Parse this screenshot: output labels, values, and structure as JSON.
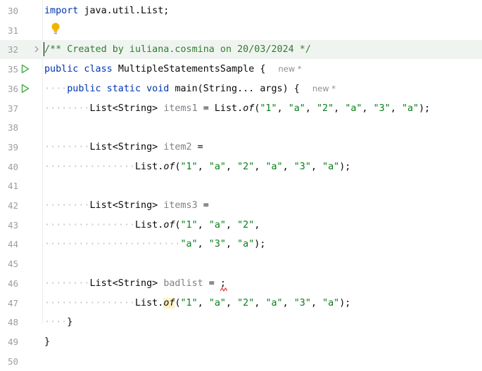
{
  "editor": {
    "lines": [
      {
        "no": "30",
        "segments": [
          {
            "t": "import ",
            "c": "kw"
          },
          {
            "t": "java.util.List;",
            "c": ""
          }
        ]
      },
      {
        "no": "31",
        "segments": []
      },
      {
        "no": "32",
        "segments": [
          {
            "t": "/** Created by iuliana.cosmina on 20/03/2024 */",
            "c": "cmt"
          }
        ]
      },
      {
        "no": "35",
        "segments": [
          {
            "t": "public class ",
            "c": "kw"
          },
          {
            "t": "MultipleStatementsSample { ",
            "c": ""
          }
        ],
        "hint": "new *"
      },
      {
        "no": "36",
        "segments": [
          {
            "t": "····",
            "c": "dots"
          },
          {
            "t": "public static void ",
            "c": "kw"
          },
          {
            "t": "main(String... args) { ",
            "c": ""
          }
        ],
        "hint": "new *"
      },
      {
        "no": "37",
        "segments": [
          {
            "t": "········",
            "c": "dots"
          },
          {
            "t": "List<String> ",
            "c": ""
          },
          {
            "t": "items1",
            "c": "dim"
          },
          {
            "t": " = List.",
            "c": ""
          },
          {
            "t": "of",
            "c": "ital"
          },
          {
            "t": "(",
            "c": ""
          },
          {
            "t": "\"1\"",
            "c": "str"
          },
          {
            "t": ", ",
            "c": ""
          },
          {
            "t": "\"a\"",
            "c": "str"
          },
          {
            "t": ", ",
            "c": ""
          },
          {
            "t": "\"2\"",
            "c": "str"
          },
          {
            "t": ", ",
            "c": ""
          },
          {
            "t": "\"a\"",
            "c": "str"
          },
          {
            "t": ", ",
            "c": ""
          },
          {
            "t": "\"3\"",
            "c": "str"
          },
          {
            "t": ", ",
            "c": ""
          },
          {
            "t": "\"a\"",
            "c": "str"
          },
          {
            "t": ");",
            "c": ""
          }
        ]
      },
      {
        "no": "38",
        "segments": []
      },
      {
        "no": "39",
        "segments": [
          {
            "t": "········",
            "c": "dots"
          },
          {
            "t": "List<String> ",
            "c": ""
          },
          {
            "t": "item2",
            "c": "dim"
          },
          {
            "t": " =",
            "c": ""
          }
        ]
      },
      {
        "no": "40",
        "segments": [
          {
            "t": "················",
            "c": "dots"
          },
          {
            "t": "List.",
            "c": ""
          },
          {
            "t": "of",
            "c": "ital"
          },
          {
            "t": "(",
            "c": ""
          },
          {
            "t": "\"1\"",
            "c": "str"
          },
          {
            "t": ", ",
            "c": ""
          },
          {
            "t": "\"a\"",
            "c": "str"
          },
          {
            "t": ", ",
            "c": ""
          },
          {
            "t": "\"2\"",
            "c": "str"
          },
          {
            "t": ", ",
            "c": ""
          },
          {
            "t": "\"a\"",
            "c": "str"
          },
          {
            "t": ", ",
            "c": ""
          },
          {
            "t": "\"3\"",
            "c": "str"
          },
          {
            "t": ", ",
            "c": ""
          },
          {
            "t": "\"a\"",
            "c": "str"
          },
          {
            "t": ");",
            "c": ""
          }
        ]
      },
      {
        "no": "41",
        "segments": []
      },
      {
        "no": "42",
        "segments": [
          {
            "t": "········",
            "c": "dots"
          },
          {
            "t": "List<String> ",
            "c": ""
          },
          {
            "t": "items3",
            "c": "dim"
          },
          {
            "t": " =",
            "c": ""
          }
        ]
      },
      {
        "no": "43",
        "segments": [
          {
            "t": "················",
            "c": "dots"
          },
          {
            "t": "List.",
            "c": ""
          },
          {
            "t": "of",
            "c": "ital"
          },
          {
            "t": "(",
            "c": ""
          },
          {
            "t": "\"1\"",
            "c": "str"
          },
          {
            "t": ", ",
            "c": ""
          },
          {
            "t": "\"a\"",
            "c": "str"
          },
          {
            "t": ", ",
            "c": ""
          },
          {
            "t": "\"2\"",
            "c": "str"
          },
          {
            "t": ",",
            "c": ""
          }
        ]
      },
      {
        "no": "44",
        "segments": [
          {
            "t": "························",
            "c": "dots"
          },
          {
            "t": "\"a\"",
            "c": "str"
          },
          {
            "t": ", ",
            "c": ""
          },
          {
            "t": "\"3\"",
            "c": "str"
          },
          {
            "t": ", ",
            "c": ""
          },
          {
            "t": "\"a\"",
            "c": "str"
          },
          {
            "t": ");",
            "c": ""
          }
        ]
      },
      {
        "no": "45",
        "segments": []
      },
      {
        "no": "46",
        "segments": [
          {
            "t": "········",
            "c": "dots"
          },
          {
            "t": "List<String> ",
            "c": ""
          },
          {
            "t": "badlist",
            "c": "dim"
          },
          {
            "t": " = ;",
            "c": ""
          }
        ]
      },
      {
        "no": "47",
        "segments": [
          {
            "t": "················",
            "c": "dots"
          },
          {
            "t": "List.",
            "c": ""
          },
          {
            "t": "of",
            "c": "ital hlbg"
          },
          {
            "t": "(",
            "c": ""
          },
          {
            "t": "\"1\"",
            "c": "str"
          },
          {
            "t": ", ",
            "c": ""
          },
          {
            "t": "\"a\"",
            "c": "str"
          },
          {
            "t": ", ",
            "c": ""
          },
          {
            "t": "\"2\"",
            "c": "str"
          },
          {
            "t": ", ",
            "c": ""
          },
          {
            "t": "\"a\"",
            "c": "str"
          },
          {
            "t": ", ",
            "c": ""
          },
          {
            "t": "\"3\"",
            "c": "str"
          },
          {
            "t": ", ",
            "c": ""
          },
          {
            "t": "\"a\"",
            "c": "str"
          },
          {
            "t": ");",
            "c": ""
          }
        ]
      },
      {
        "no": "48",
        "segments": [
          {
            "t": "····",
            "c": "dots"
          },
          {
            "t": "}",
            "c": ""
          }
        ]
      },
      {
        "no": "49",
        "segments": [
          {
            "t": "}",
            "c": ""
          }
        ]
      },
      {
        "no": "50",
        "segments": []
      }
    ]
  },
  "colors": {
    "keyword": "#0033b3",
    "string": "#067d17",
    "comment": "#2f7d32",
    "run_icon": "#4caf50",
    "bulb": "#f0b400",
    "error": "#e53935"
  }
}
